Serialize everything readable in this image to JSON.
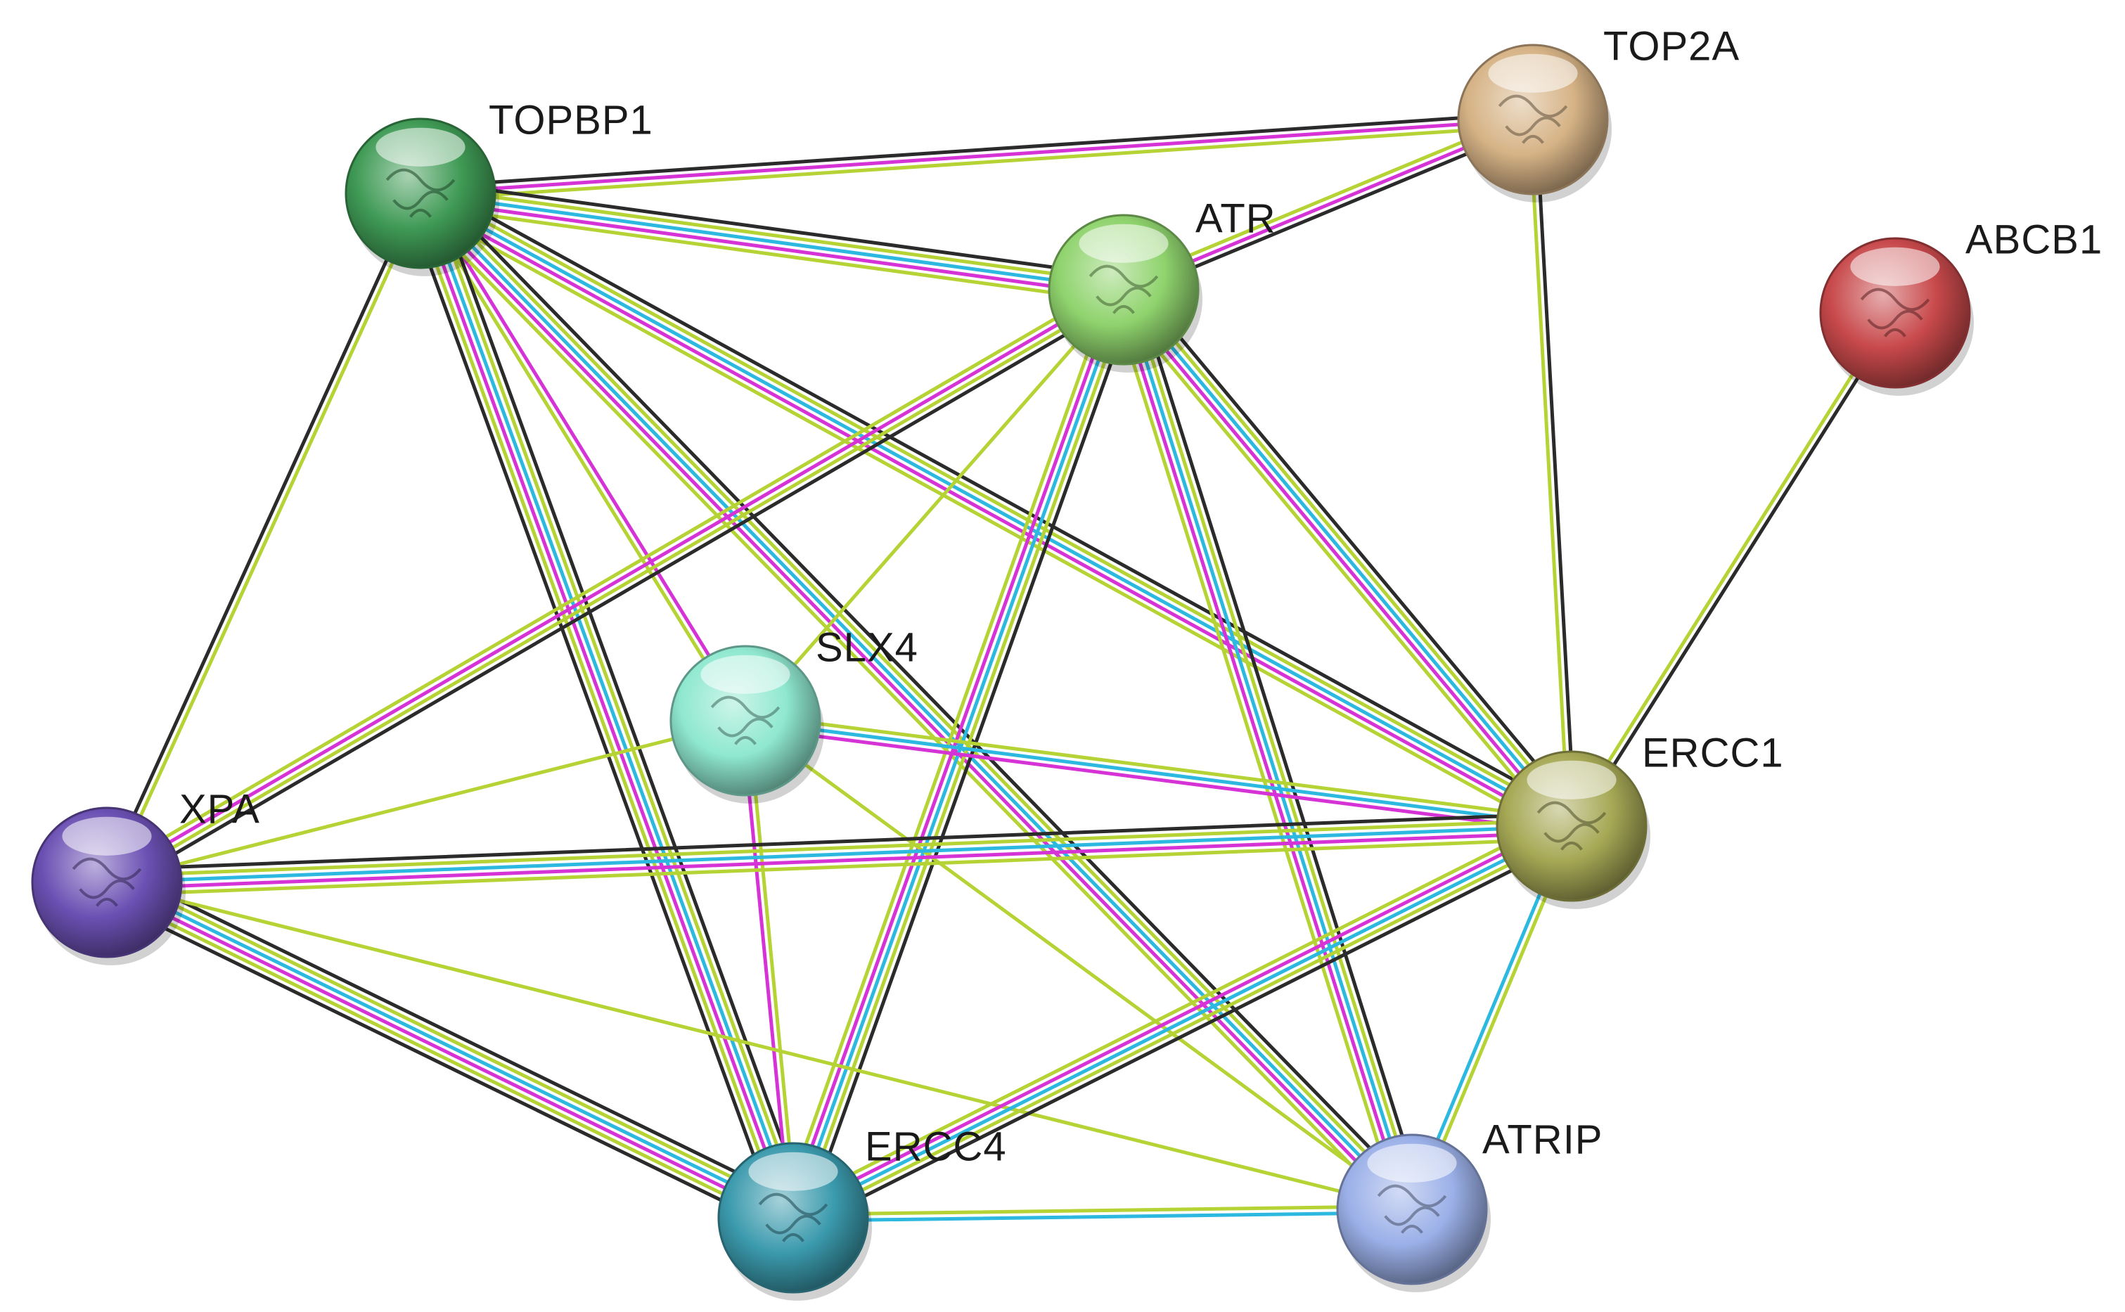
{
  "colors": {
    "edge_black": "#2b2b2b",
    "edge_lime": "#b5d334",
    "edge_magenta": "#d633d6",
    "edge_cyan": "#2db8e0"
  },
  "nodes": [
    {
      "id": "TOPBP1",
      "label": "TOPBP1",
      "color": "#3f9a55"
    },
    {
      "id": "TOP2A",
      "label": "TOP2A",
      "color": "#d6b386"
    },
    {
      "id": "ATR",
      "label": "ATR",
      "color": "#8fd36d"
    },
    {
      "id": "ABCB1",
      "label": "ABCB1",
      "color": "#c8494b"
    },
    {
      "id": "SLX4",
      "label": "SLX4",
      "color": "#8fe8cf"
    },
    {
      "id": "ERCC1",
      "label": "ERCC1",
      "color": "#a6a855"
    },
    {
      "id": "XPA",
      "label": "XPA",
      "color": "#6b50b3"
    },
    {
      "id": "ERCC4",
      "label": "ERCC4",
      "color": "#3b9aad"
    },
    {
      "id": "ATRIP",
      "label": "ATRIP",
      "color": "#9bb0e8"
    }
  ],
  "edges": [
    {
      "source": "TOPBP1",
      "target": "TOP2A",
      "types": [
        "black",
        "magenta",
        "lime"
      ]
    },
    {
      "source": "TOPBP1",
      "target": "ATR",
      "types": [
        "black",
        "lime",
        "cyan",
        "magenta",
        "lime"
      ]
    },
    {
      "source": "TOPBP1",
      "target": "XPA",
      "types": [
        "lime",
        "black"
      ]
    },
    {
      "source": "TOPBP1",
      "target": "SLX4",
      "types": [
        "magenta",
        "lime"
      ]
    },
    {
      "source": "TOPBP1",
      "target": "ERCC1",
      "types": [
        "black",
        "lime",
        "cyan",
        "magenta",
        "lime"
      ]
    },
    {
      "source": "TOPBP1",
      "target": "ERCC4",
      "types": [
        "black",
        "lime",
        "cyan",
        "magenta",
        "lime",
        "black"
      ]
    },
    {
      "source": "TOPBP1",
      "target": "ATRIP",
      "types": [
        "black",
        "lime",
        "cyan",
        "magenta",
        "lime"
      ]
    },
    {
      "source": "TOP2A",
      "target": "ATR",
      "types": [
        "black",
        "magenta",
        "lime"
      ]
    },
    {
      "source": "TOP2A",
      "target": "ERCC1",
      "types": [
        "black",
        "lime"
      ]
    },
    {
      "source": "ATR",
      "target": "XPA",
      "types": [
        "black",
        "lime",
        "magenta",
        "lime"
      ]
    },
    {
      "source": "ATR",
      "target": "SLX4",
      "types": [
        "lime"
      ]
    },
    {
      "source": "ATR",
      "target": "ERCC1",
      "types": [
        "black",
        "lime",
        "cyan",
        "magenta",
        "lime"
      ]
    },
    {
      "source": "ATR",
      "target": "ERCC4",
      "types": [
        "black",
        "lime",
        "cyan",
        "magenta",
        "lime"
      ]
    },
    {
      "source": "ATR",
      "target": "ATRIP",
      "types": [
        "black",
        "lime",
        "cyan",
        "magenta",
        "lime"
      ]
    },
    {
      "source": "ABCB1",
      "target": "ERCC1",
      "types": [
        "black",
        "lime"
      ]
    },
    {
      "source": "SLX4",
      "target": "XPA",
      "types": [
        "lime"
      ]
    },
    {
      "source": "SLX4",
      "target": "ERCC1",
      "types": [
        "lime",
        "cyan",
        "magenta"
      ]
    },
    {
      "source": "SLX4",
      "target": "ERCC4",
      "types": [
        "lime",
        "magenta"
      ]
    },
    {
      "source": "SLX4",
      "target": "ATRIP",
      "types": [
        "lime"
      ]
    },
    {
      "source": "XPA",
      "target": "ERCC1",
      "types": [
        "black",
        "lime",
        "cyan",
        "magenta",
        "lime"
      ]
    },
    {
      "source": "XPA",
      "target": "ERCC4",
      "types": [
        "black",
        "lime",
        "cyan",
        "magenta",
        "lime",
        "black"
      ]
    },
    {
      "source": "XPA",
      "target": "ATRIP",
      "types": [
        "lime"
      ]
    },
    {
      "source": "ERCC1",
      "target": "ERCC4",
      "types": [
        "black",
        "lime",
        "cyan",
        "magenta",
        "lime"
      ]
    },
    {
      "source": "ERCC1",
      "target": "ATRIP",
      "types": [
        "lime",
        "cyan"
      ]
    },
    {
      "source": "ERCC4",
      "target": "ATRIP",
      "types": [
        "lime",
        "cyan"
      ]
    }
  ]
}
